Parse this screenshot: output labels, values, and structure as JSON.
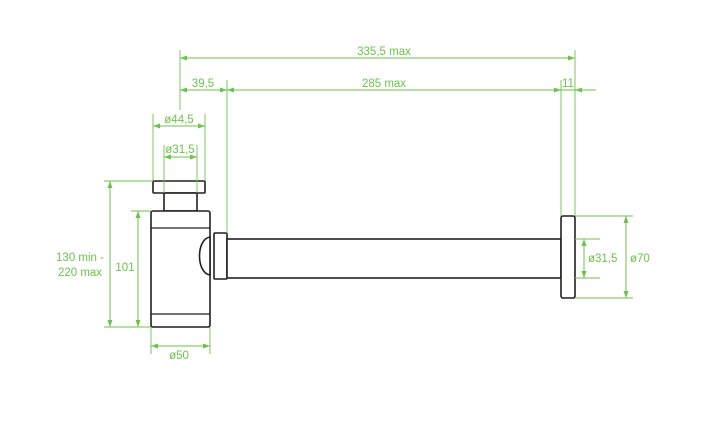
{
  "colors": {
    "dimension": "#6cc24a",
    "object": "#231f20",
    "background": "#ffffff"
  },
  "dimensions": {
    "overall_length": "335,5 max",
    "body_offset": "39,5",
    "pipe_length": "285 max",
    "flange_thickness": "11",
    "cap_diameter": "ø44,5",
    "inlet_diameter": "ø31,5",
    "height_range_line1": "130 min -",
    "height_range_line2": "220 max",
    "body_height": "101",
    "body_diameter": "ø50",
    "outlet_diameter": "ø31,5",
    "flange_diameter": "ø70"
  }
}
